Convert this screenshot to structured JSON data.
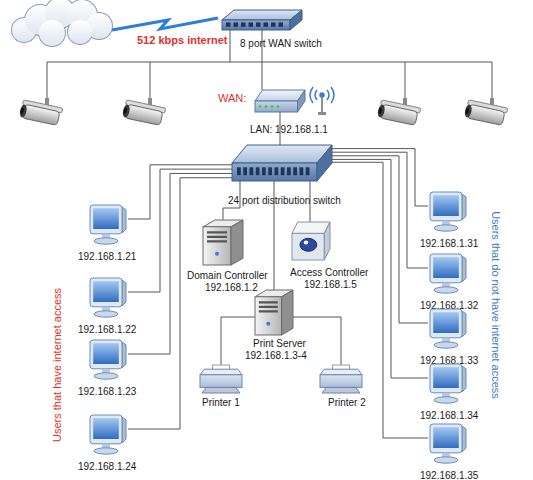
{
  "diagram": {
    "nodes": [
      {
        "text": [
          "8 port WAN switch"
        ]
      },
      {
        "text": [
          "WAN:",
          "LAN: 192.168.1.1"
        ]
      },
      {
        "text": [
          "24 port distribution switch"
        ]
      },
      {
        "text": [
          "192.168.1.21"
        ]
      },
      {
        "text": [
          "192.168.1.22"
        ]
      },
      {
        "text": [
          "192.168.1.23"
        ]
      },
      {
        "text": [
          "192.168.1.24"
        ]
      },
      {
        "text": [
          "Domain Controller",
          "192.168.1.2"
        ]
      },
      {
        "text": [
          "Access Controller",
          "192.168.1.5"
        ]
      },
      {
        "text": [
          "Print Server",
          "192.168.1.3-4"
        ]
      },
      {
        "text": [
          "Printer 1"
        ]
      },
      {
        "text": [
          "Printer 2"
        ]
      },
      {
        "text": [
          "192.168.1.31"
        ]
      },
      {
        "text": [
          "192.168.1.32"
        ]
      },
      {
        "text": [
          "192.168.1.33"
        ]
      },
      {
        "text": [
          "192.168.1.34"
        ]
      },
      {
        "text": [
          "192.168.1.35"
        ]
      }
    ],
    "edges": [
      {
        "from": 0,
        "to": 1,
        "arrow": "none"
      },
      {
        "from": 1,
        "to": 2,
        "arrow": "none"
      },
      {
        "from": 2,
        "to": 3,
        "arrow": "none"
      },
      {
        "from": 2,
        "to": 4,
        "arrow": "none"
      },
      {
        "from": 2,
        "to": 5,
        "arrow": "none"
      },
      {
        "from": 2,
        "to": 6,
        "arrow": "none"
      },
      {
        "from": 2,
        "to": 7,
        "arrow": "none"
      },
      {
        "from": 2,
        "to": 8,
        "arrow": "none"
      },
      {
        "from": 2,
        "to": 9,
        "arrow": "none"
      },
      {
        "from": 9,
        "to": 10,
        "arrow": "none"
      },
      {
        "from": 9,
        "to": 11,
        "arrow": "none"
      },
      {
        "from": 2,
        "to": 12,
        "arrow": "none"
      },
      {
        "from": 2,
        "to": 13,
        "arrow": "none"
      },
      {
        "from": 2,
        "to": 14,
        "arrow": "none"
      },
      {
        "from": 2,
        "to": 15,
        "arrow": "none"
      },
      {
        "from": 2,
        "to": 16,
        "arrow": "none"
      }
    ],
    "labels": [
      "512 kbps internet",
      "Users that have internet access",
      "Users that do not have internet access"
    ]
  }
}
